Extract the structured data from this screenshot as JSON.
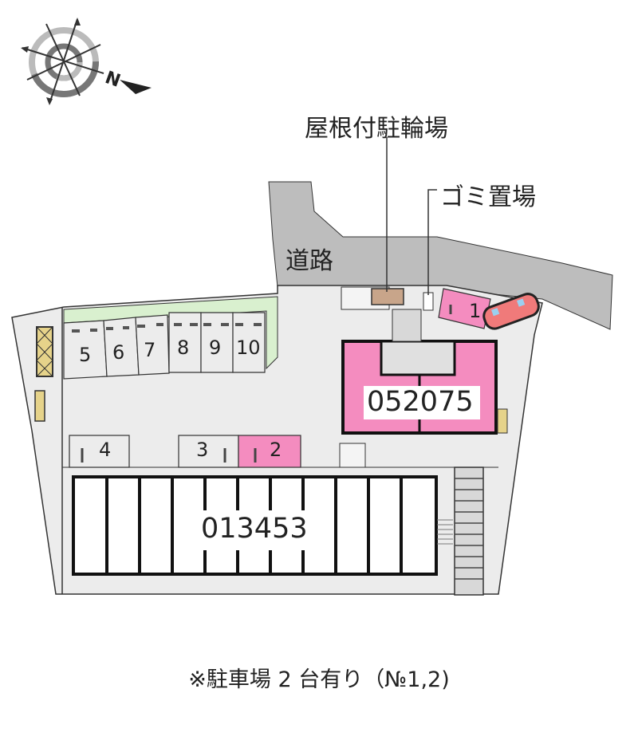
{
  "compass": {
    "icon": "compass-rose-icon",
    "north_label": "N"
  },
  "labels": {
    "covered_bicycle_parking": "屋根付駐輪場",
    "garbage_area": "ゴミ置場",
    "road": "道路"
  },
  "buildings": [
    {
      "id": "052075",
      "highlighted": true,
      "color": "#f48cbf"
    },
    {
      "id": "013453",
      "highlighted": false,
      "color": "#ffffff"
    }
  ],
  "parking_spaces": [
    {
      "number": "1",
      "highlighted": true
    },
    {
      "number": "2",
      "highlighted": true
    },
    {
      "number": "3",
      "highlighted": false
    },
    {
      "number": "4",
      "highlighted": false
    },
    {
      "number": "5",
      "highlighted": false
    },
    {
      "number": "6",
      "highlighted": false
    },
    {
      "number": "7",
      "highlighted": false
    },
    {
      "number": "8",
      "highlighted": false
    },
    {
      "number": "9",
      "highlighted": false
    },
    {
      "number": "10",
      "highlighted": false
    }
  ],
  "footer_note": "※駐車場 2 台有り（№1,2)",
  "colors": {
    "highlight_pink": "#f48cbf",
    "road_gray": "#bdbdbd",
    "lot_gray": "#ececec",
    "green_strip": "#d9f0cf",
    "bike_shed_brown": "#c8a58a",
    "car_red": "#f07a7a"
  }
}
